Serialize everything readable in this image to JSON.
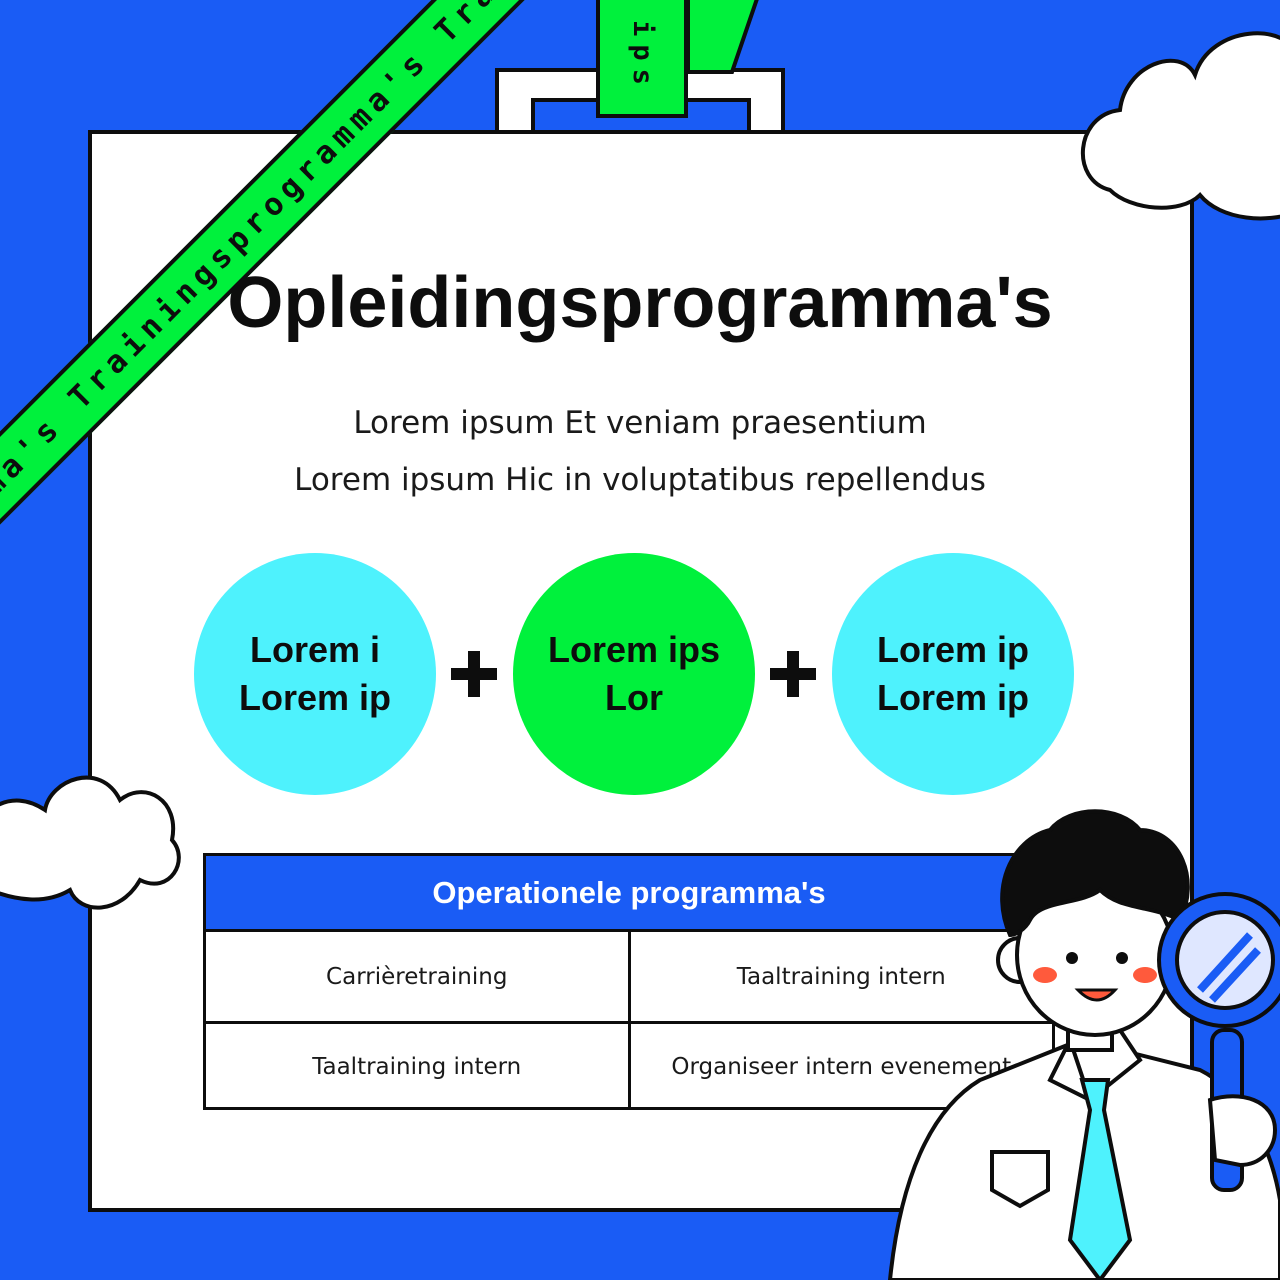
{
  "ribbons": {
    "diagonal": "Opleidingsprogramma's Trainingsprogramma's Trainingsprogramma's",
    "top": "ips"
  },
  "title": "Opleidingsprogramma's",
  "subtitle": {
    "line1": "Lorem ipsum Et veniam praesentium",
    "line2": "Lorem ipsum Hic in voluptatibus repellendus"
  },
  "circles": [
    {
      "line1": "Lorem i",
      "line2": "Lorem ip",
      "color": "#4ef2fd"
    },
    {
      "line1": "Lorem ips",
      "line2": "Lor",
      "color": "#00f13c"
    },
    {
      "line1": "Lorem ip",
      "line2": "Lorem ip",
      "color": "#4ef2fd"
    }
  ],
  "table": {
    "header": "Operationele programma's",
    "rows": [
      [
        "Carrièretraining",
        "Taaltraining intern"
      ],
      [
        "Taaltraining intern",
        "Organiseer intern evenement"
      ]
    ]
  },
  "colors": {
    "background_blue": "#1a5cf5",
    "ribbon_green": "#00f13c",
    "circle_cyan": "#4ef2fd",
    "card_white": "#ffffff",
    "outline": "#0d0d0d"
  },
  "icons": [
    "cloud-icon",
    "clipboard-clip-icon",
    "magnifying-glass-icon",
    "plus-icon"
  ]
}
